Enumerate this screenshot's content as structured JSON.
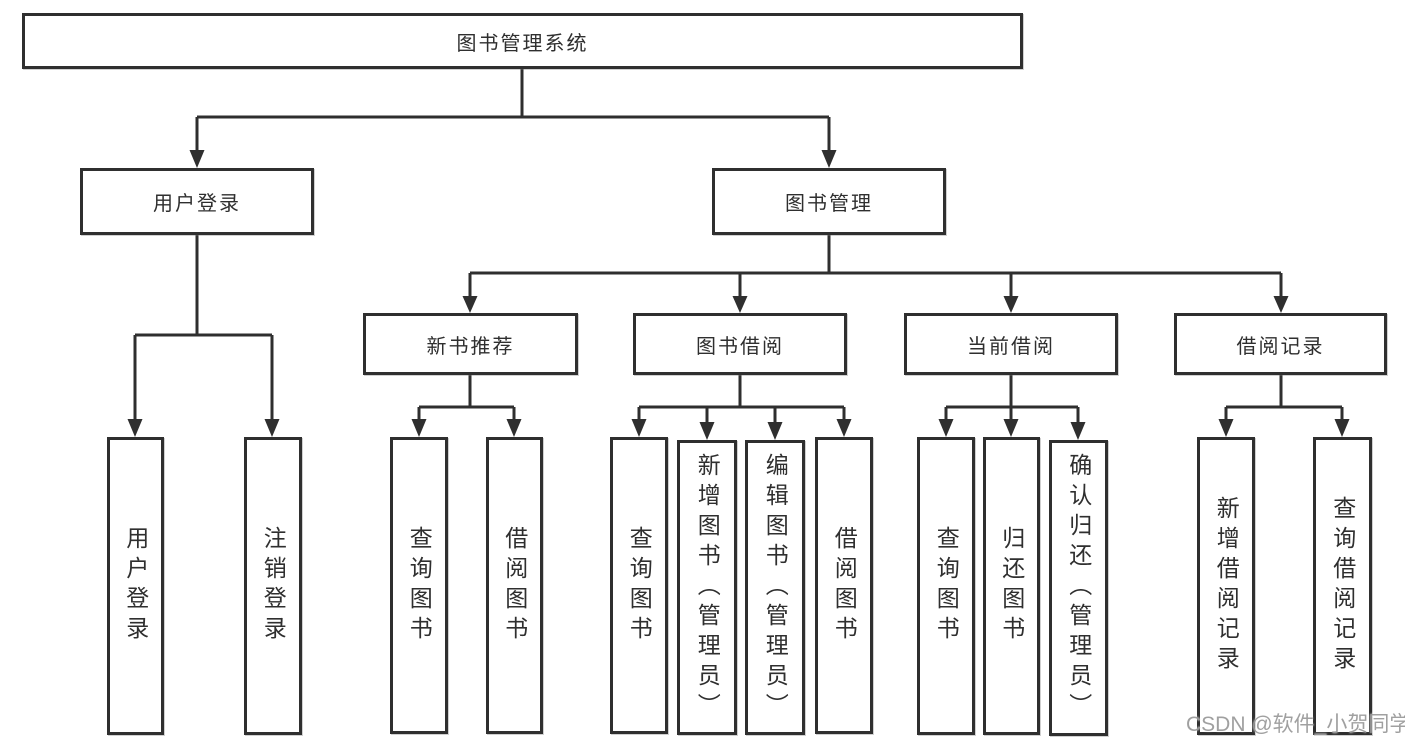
{
  "diagram": {
    "root": {
      "label": "图书管理系统"
    },
    "level2": [
      {
        "label": "用户登录"
      },
      {
        "label": "图书管理"
      }
    ],
    "level3": [
      {
        "label": "新书推荐"
      },
      {
        "label": "图书借阅"
      },
      {
        "label": "当前借阅"
      },
      {
        "label": "借阅记录"
      }
    ],
    "leaves": [
      {
        "label": "用户登录"
      },
      {
        "label": "注销登录"
      },
      {
        "label": "查询图书"
      },
      {
        "label": "借阅图书"
      },
      {
        "label": "查询图书"
      },
      {
        "label": "新增图书（管理员）"
      },
      {
        "label": "编辑图书（管理员）"
      },
      {
        "label": "借阅图书"
      },
      {
        "label": "查询图书"
      },
      {
        "label": "归还图书"
      },
      {
        "label": "确认归还（管理员）"
      },
      {
        "label": "新增借阅记录"
      },
      {
        "label": "查询借阅记录"
      }
    ],
    "watermark": "CSDN @软件_小贺同学",
    "colors": {
      "line": "#2f2f2f",
      "text": "#2f2f2f",
      "background": "#ffffff",
      "watermark": "#969696"
    }
  }
}
